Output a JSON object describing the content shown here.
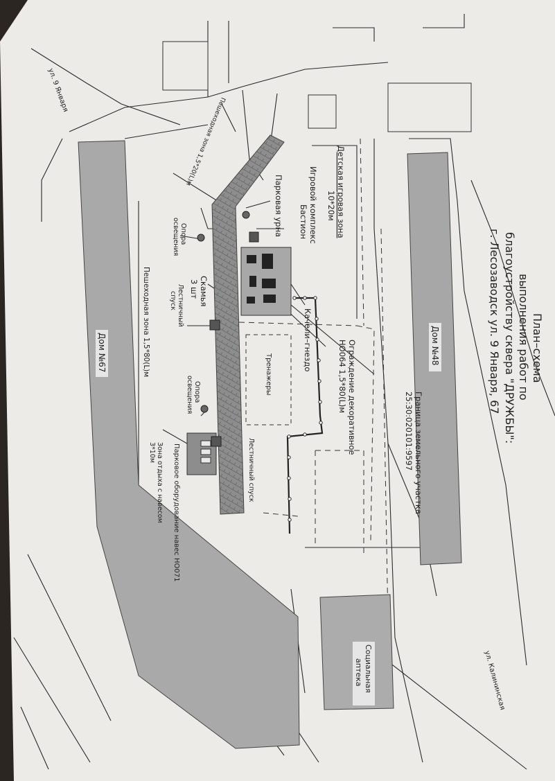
{
  "title": {
    "line1": "План–схема",
    "line2": "выполнения работ по",
    "line3": "благоустройству сквера \"ДРУЖБЫ\":",
    "line4": "г. Лесозаводск ул. 9 Января, 67"
  },
  "labels": {
    "house48": "Дом №48",
    "house67": "Дом №67",
    "pharmacy_line1": "Социальная",
    "pharmacy_line2": "аптека",
    "boundary_line1": "Граница земельного участка",
    "boundary_line2": "25:30:020101:9597",
    "fence_line1": "Ограждение декоративное",
    "fence_line2": "НО064 1,5*80(L)м",
    "swing": "Качели–гнездо",
    "trainers": "Тренажеры",
    "kids_zone_line1": "Детская игровая зона",
    "kids_zone_line2": "10*20м",
    "play_line1": "Игровой комплекс",
    "play_line2": "Бастион",
    "urn": "Парковая урна",
    "lamp_1_line1": "Опора",
    "lamp_1_line2": "освещения",
    "lamp_2_line1": "Опора",
    "lamp_2_line2": "освещения",
    "bench_line1": "Скамья",
    "bench_line2": "3 шт",
    "stairs_1_line1": "Лестничный",
    "stairs_1_line2": "спуск",
    "stairs_2": "Лестничный спуск",
    "ped_zone_bottom": "Пешеходная зона 1,5*80(L)м",
    "ped_zone_top": "Пешеходная зона 1,5*20(L)м",
    "rest_zone_line1": "Зона отдыха с навесом",
    "rest_zone_line2": "3*10м",
    "canopy": "Парковое оборудование навес НО071",
    "street_jan": "ул. 9 Января",
    "street_kal": "ул. Калининская"
  },
  "colors": {
    "paper": "#eeedeb",
    "building": "#a5a5a5",
    "path_fill": "#8a8a8a",
    "ink": "#222222"
  }
}
